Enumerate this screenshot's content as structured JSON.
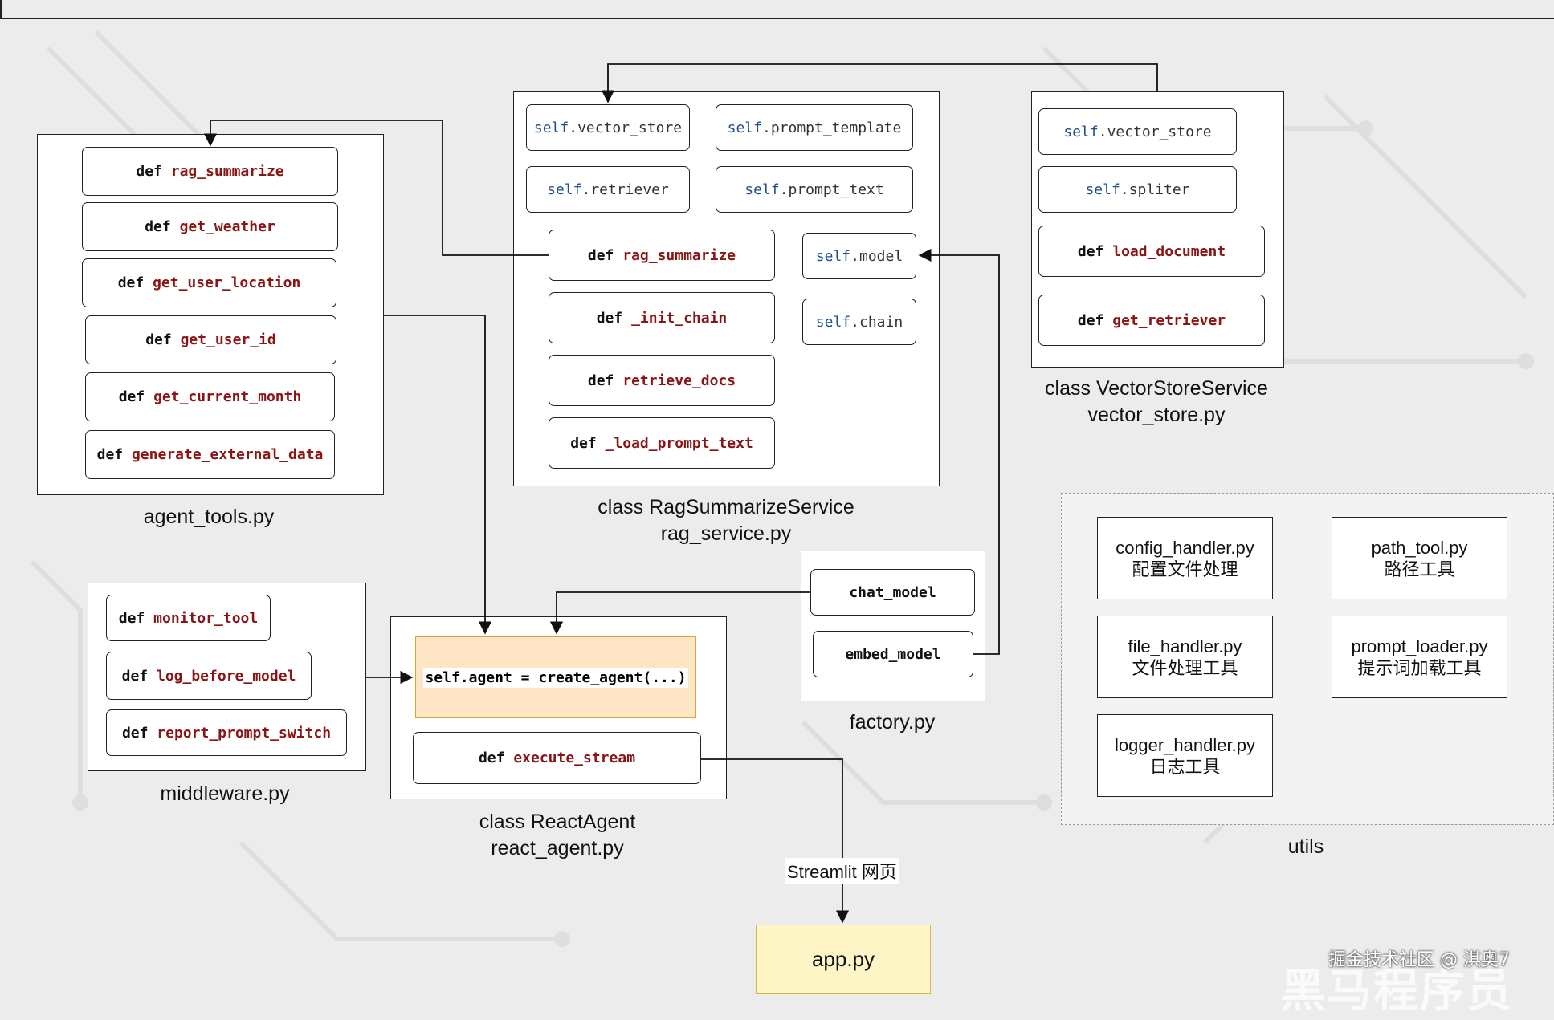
{
  "agent_tools": {
    "functions": [
      {
        "kw": "def",
        "name": "rag_summarize"
      },
      {
        "kw": "def",
        "name": "get_weather"
      },
      {
        "kw": "def",
        "name": "get_user_location"
      },
      {
        "kw": "def",
        "name": "get_user_id"
      },
      {
        "kw": "def",
        "name": "get_current_month"
      },
      {
        "kw": "def",
        "name": "generate_external_data"
      }
    ],
    "caption": "agent_tools.py"
  },
  "rag_service": {
    "attributes": [
      {
        "self": "self",
        "attr": ".vector_store"
      },
      {
        "self": "self",
        "attr": ".prompt_template"
      },
      {
        "self": "self",
        "attr": ".retriever"
      },
      {
        "self": "self",
        "attr": ".prompt_text"
      },
      {
        "self": "self",
        "attr": ".model"
      },
      {
        "self": "self",
        "attr": ".chain"
      }
    ],
    "functions": [
      {
        "kw": "def",
        "name": "rag_summarize"
      },
      {
        "kw": "def",
        "name": "_init_chain"
      },
      {
        "kw": "def",
        "name": "retrieve_docs"
      },
      {
        "kw": "def",
        "name": "_load_prompt_text"
      }
    ],
    "caption_class": "class RagSummarizeService",
    "caption_file": "rag_service.py"
  },
  "vector_store": {
    "attributes": [
      {
        "self": "self",
        "attr": ".vector_store"
      },
      {
        "self": "self",
        "attr": ".spliter"
      }
    ],
    "functions": [
      {
        "kw": "def",
        "name": "load_document"
      },
      {
        "kw": "def",
        "name": "get_retriever"
      }
    ],
    "caption_class": "class VectorStoreService",
    "caption_file": "vector_store.py"
  },
  "middleware": {
    "functions": [
      {
        "kw": "def",
        "name": "monitor_tool"
      },
      {
        "kw": "def",
        "name": "log_before_model"
      },
      {
        "kw": "def",
        "name": "report_prompt_switch"
      }
    ],
    "caption": "middleware.py"
  },
  "react_agent": {
    "agent_line": "self.agent = create_agent(...)",
    "functions": [
      {
        "kw": "def",
        "name": "execute_stream"
      }
    ],
    "caption_class": "class ReactAgent",
    "caption_file": "react_agent.py"
  },
  "factory": {
    "items": [
      "chat_model",
      "embed_model"
    ],
    "caption": "factory.py"
  },
  "utils": {
    "items": [
      {
        "file": "config_handler.py",
        "desc": "配置文件处理"
      },
      {
        "file": "path_tool.py",
        "desc": "路径工具"
      },
      {
        "file": "file_handler.py",
        "desc": "文件处理工具"
      },
      {
        "file": "prompt_loader.py",
        "desc": "提示词加载工具"
      },
      {
        "file": "logger_handler.py",
        "desc": "日志工具"
      }
    ],
    "caption": "utils"
  },
  "app": {
    "label": "app.py",
    "edge_label": "Streamlit 网页"
  },
  "watermark": {
    "text": "掘金技术社区 @ 淇奥7",
    "ghost": "黑马程序员"
  },
  "colors": {
    "function_name": "#8b1414",
    "self_keyword": "#1d4f8f",
    "agent_line_fill": "#fde5c6",
    "app_fill": "#fdf5c6"
  }
}
